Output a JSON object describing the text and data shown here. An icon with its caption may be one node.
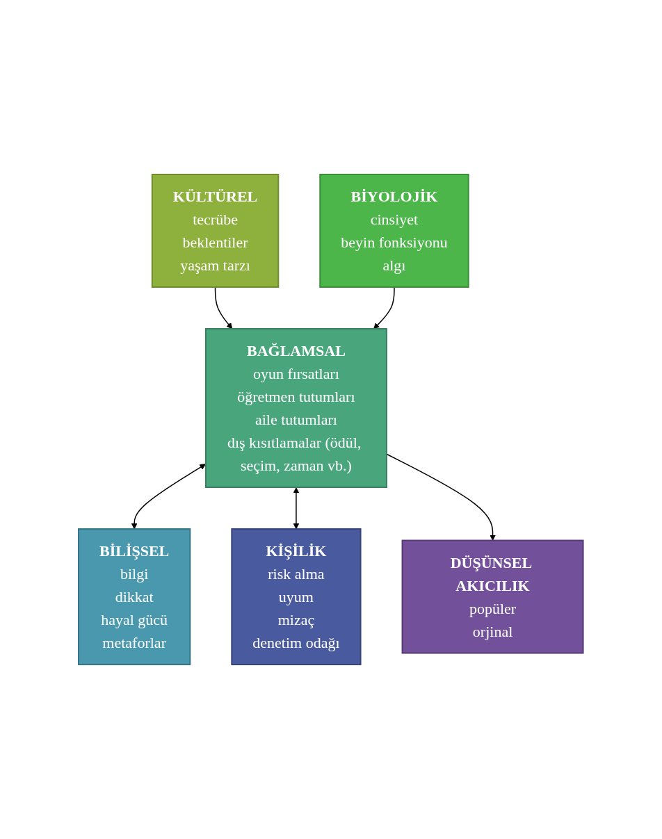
{
  "diagram": {
    "nodes": [
      {
        "text": [
          "KÜLTÜREL",
          "tecrübe",
          "beklentiler",
          "yaşam tarzı"
        ]
      },
      {
        "text": [
          "BİYOLOJİK",
          "cinsiyet",
          "beyin fonksiyonu",
          "algı"
        ]
      },
      {
        "text": [
          "BAĞLAMSAL",
          "oyun fırsatları",
          "öğretmen tutumları",
          "aile tutumları",
          "dış kısıtlamalar (ödül, seçim, zaman vb.)"
        ]
      },
      {
        "text": [
          "BİLİŞSEL",
          "bilgi",
          "dikkat",
          "hayal gücü",
          "metaforlar"
        ]
      },
      {
        "text": [
          "KİŞİLİK",
          "risk alma",
          "uyum",
          "mizaç",
          "denetim odağı"
        ]
      },
      {
        "text": [
          "DÜŞÜNSEL AKICILIK",
          "popüler",
          "orjinal"
        ]
      }
    ],
    "edges": [
      {
        "from": 0,
        "to": 2,
        "arrow": "to"
      },
      {
        "from": 1,
        "to": 2,
        "arrow": "to"
      },
      {
        "from": 2,
        "to": 3,
        "arrow": "both"
      },
      {
        "from": 2,
        "to": 4,
        "arrow": "both"
      },
      {
        "from": 2,
        "to": 5,
        "arrow": "to"
      }
    ]
  }
}
